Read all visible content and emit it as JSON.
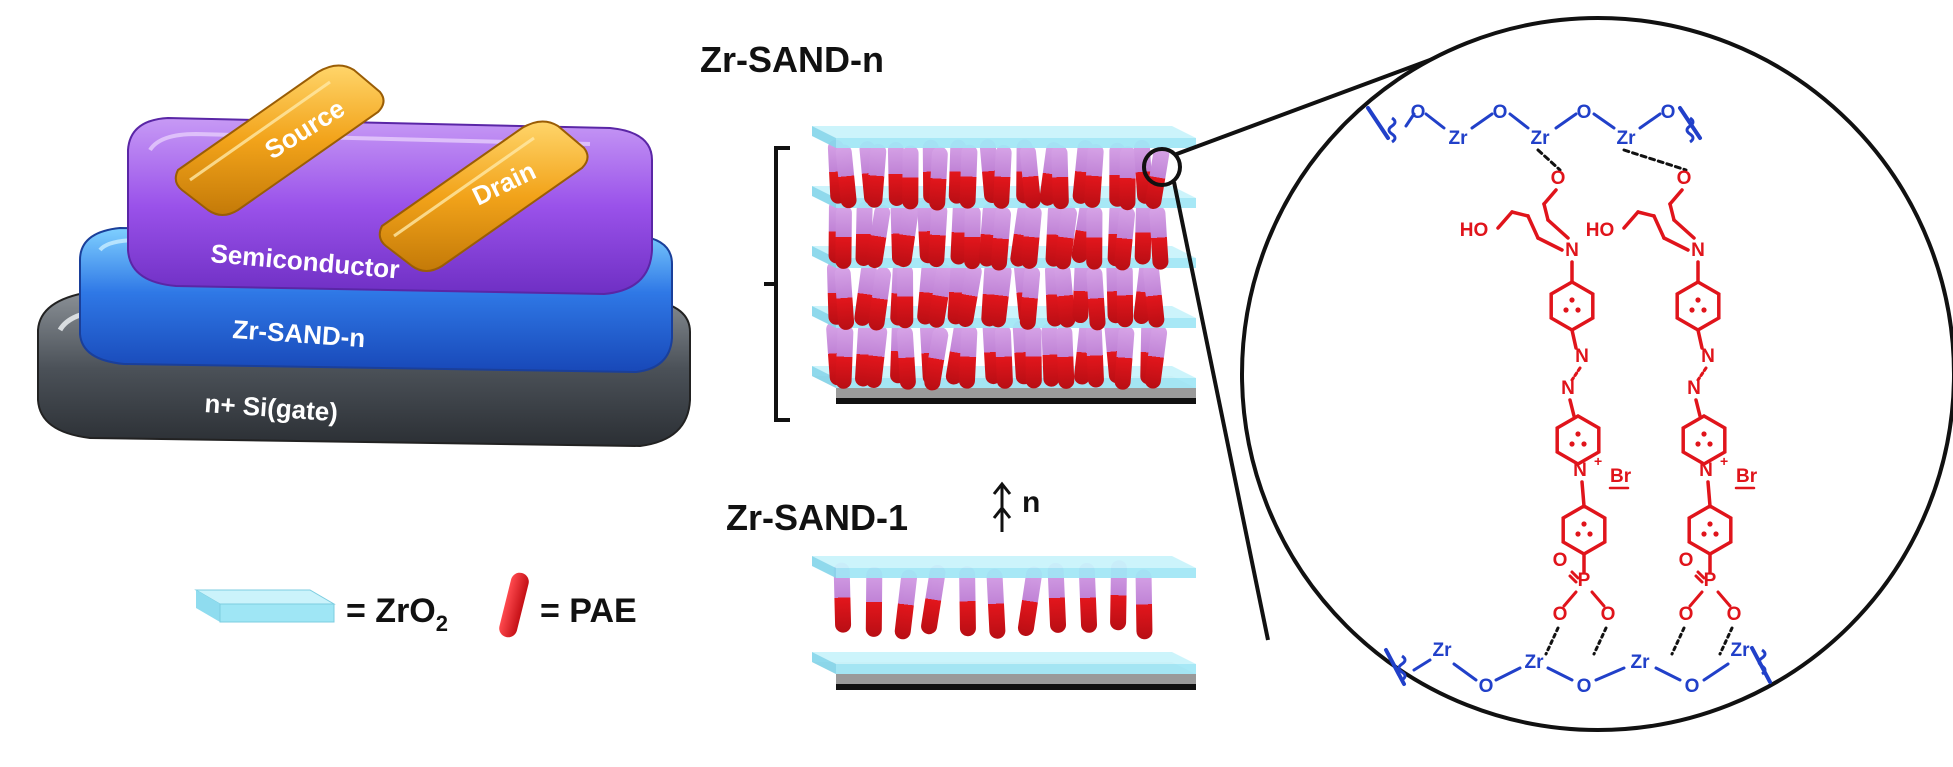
{
  "device": {
    "source": "Source",
    "drain": "Drain",
    "semiconductor": "Semiconductor",
    "dielectric": "Zr-SAND-n",
    "gate": "n+ Si(gate)"
  },
  "stack": {
    "title_n": "Zr-SAND-n",
    "title_1": "Zr-SAND-1",
    "arrow_label": "n"
  },
  "legend": {
    "zro2_label": "= ZrO",
    "zro2_sub": "2",
    "pae_label": "= PAE"
  },
  "chem": {
    "zr": "Zr",
    "o": "O",
    "ho": "HO",
    "n": "N",
    "n_plus": "N",
    "plus": "+",
    "br": "Br",
    "p": "P"
  },
  "colors": {
    "zro2": "#9fe6f5",
    "pae_red": "#e3161c",
    "pae_purple": "#c68ad8",
    "semiconductor": "#9d4ee8",
    "dielectric": "#2e6fe0",
    "gate": "#4a4f56",
    "gold": "#f2a71c",
    "chem_blue": "#2140c9",
    "chem_red": "#e0141b"
  }
}
